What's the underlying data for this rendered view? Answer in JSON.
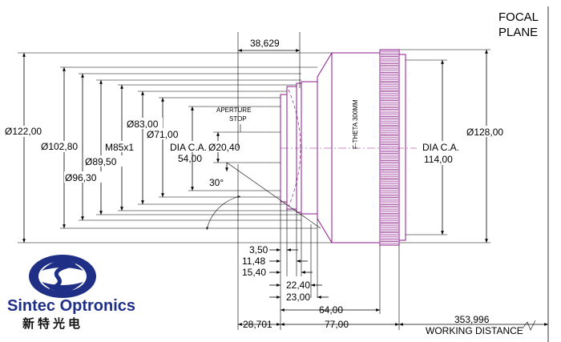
{
  "header": {
    "focal_line1": "FOCAL",
    "focal_line2": "PLANE"
  },
  "diameters_left": {
    "d122": "Ø122,00",
    "d102": "Ø102,80",
    "d96": "Ø96,30",
    "d89": "Ø89,50",
    "thread": "M85x1",
    "d83": "Ø83,00",
    "d71": "Ø71,00",
    "dia_ca_label": "DIA C.A.",
    "dia_ca_value": "54,00",
    "d20": "Ø20,40"
  },
  "top": {
    "len": "38,629"
  },
  "aperture": {
    "line1": "APERTURE",
    "line2": "STOP",
    "angle": "30°"
  },
  "lens_label": "F-THETA 300MM",
  "right": {
    "d128": "Ø128,00",
    "dia_ca_label": "DIA C.A.",
    "dia_ca_value": "114,00"
  },
  "bottom": {
    "l350": "3,50",
    "l1148": "11,48",
    "l1540": "15,40",
    "l2240": "22,40",
    "l2300": "23,00",
    "l6400": "64,00",
    "l28701": "28,701",
    "l7700": "77,00",
    "l353": "353,996",
    "working_distance": "WORKING DISTANCE"
  },
  "logo": {
    "name": "Sintec Optronics",
    "chinese": "新特光电"
  },
  "colors": {
    "lens": "#8b1a8b",
    "brand": "#1f2f86"
  }
}
